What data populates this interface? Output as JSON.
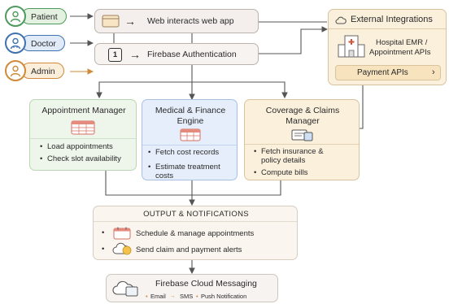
{
  "roles": {
    "patient": "Patient",
    "doctor": "Doctor",
    "admin": "Admin"
  },
  "web_app": {
    "label": "Web interacts web app"
  },
  "firebase_auth": {
    "step": "1",
    "label": "Firebase Authentication"
  },
  "external": {
    "title": "External Integrations",
    "hospital_line1": "Hospital EMR /",
    "hospital_line2": "Appointment APIs",
    "payment": "Payment APIs"
  },
  "appointment_manager": {
    "title": "Appointment Manager",
    "items": [
      "Load appointments",
      "Check slot availability"
    ]
  },
  "medical_finance": {
    "title_line1": "Medical & Finance",
    "title_line2": "Engine",
    "items": [
      {
        "line1": "Fetch cost records",
        "line2": ""
      },
      {
        "line1": "Estimate treatment",
        "line2": "costs"
      }
    ]
  },
  "coverage_claims": {
    "title_line1": "Coverage & Claims",
    "title_line2": "Manager",
    "items": [
      {
        "line1": "Fetch insurance &",
        "line2": "policy details"
      },
      {
        "line1": "Compute bills",
        "line2": ""
      }
    ]
  },
  "output": {
    "title": "OUTPUT & NOTIFICATIONS",
    "items": [
      "Schedule & manage appointments",
      "Send claim and payment alerts"
    ]
  },
  "fcm": {
    "title": "Firebase Cloud Messaging",
    "channels": [
      "Email",
      "SMS",
      "Push Notification"
    ]
  },
  "colors": {
    "patient": "#4e9a5c",
    "doctor": "#3f72b0",
    "admin": "#d08a3a",
    "green_fill": "#eef6ec",
    "blue_fill": "#e6eefb",
    "orange_fill": "#fbf0dc",
    "line": "#555555"
  }
}
